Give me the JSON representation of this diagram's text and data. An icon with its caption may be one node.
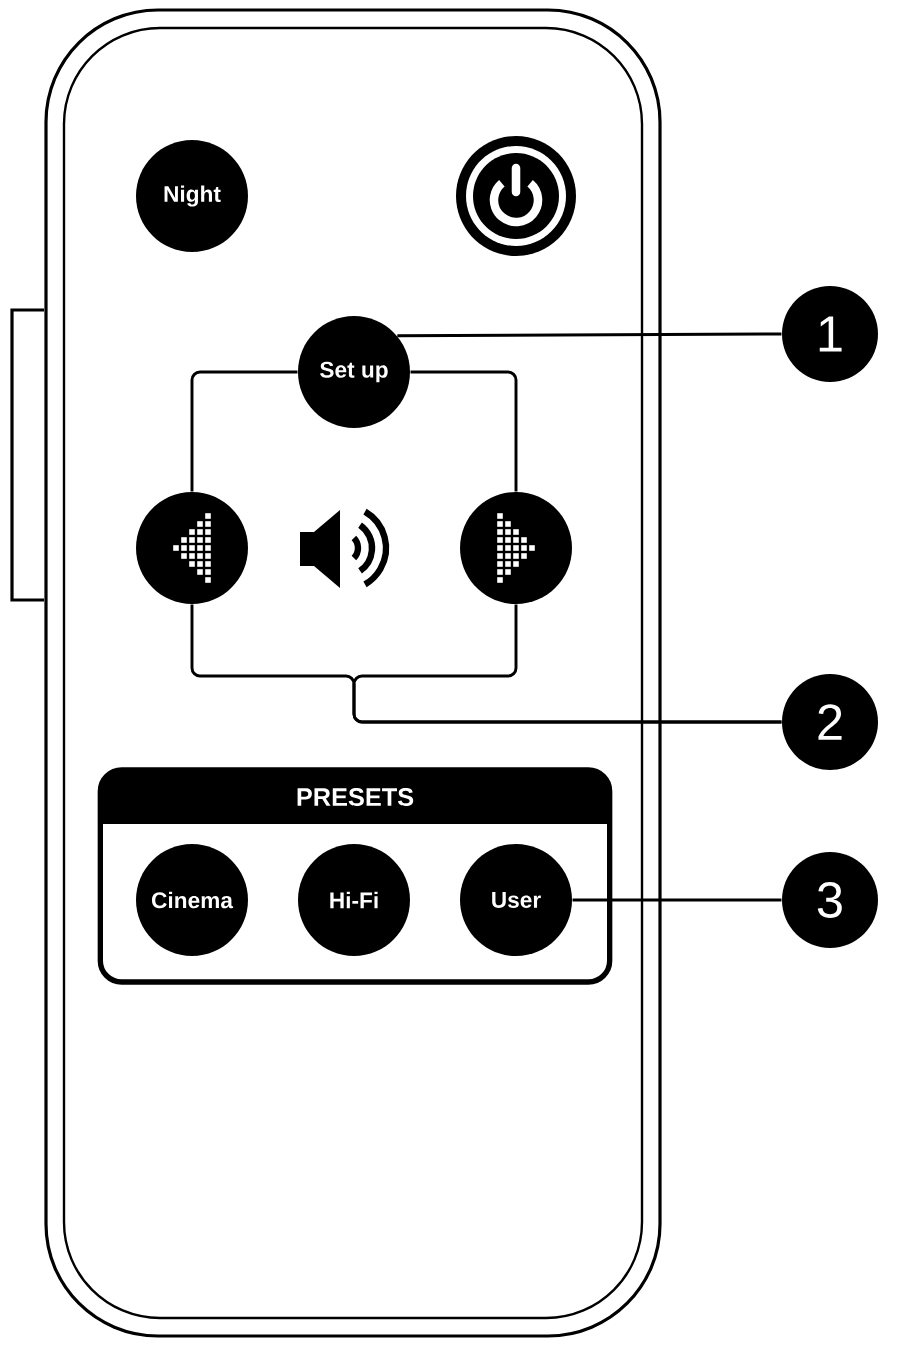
{
  "diagram": {
    "nodes": [
      {
        "text": [
          "Night"
        ]
      },
      {
        "text": [],
        "shape": "circle"
      },
      {
        "text": [
          "Set up"
        ]
      },
      {
        "text": [
          "1"
        ]
      },
      {
        "text": [],
        "shape": "circle"
      },
      {
        "text": [],
        "shape": "circle"
      },
      {
        "text": [
          "2"
        ]
      },
      {
        "text": [
          "PRESETS"
        ]
      },
      {
        "text": [
          "Cinema"
        ],
        "in": 7
      },
      {
        "text": [
          "Hi-Fi"
        ],
        "in": 7
      },
      {
        "text": [
          "User"
        ],
        "in": 7
      },
      {
        "text": [
          "3"
        ]
      }
    ],
    "edges": [
      {
        "from": 3,
        "to": 2,
        "arrow": "none"
      },
      {
        "from": 2,
        "to": 4,
        "arrow": "none"
      },
      {
        "from": 2,
        "to": 5,
        "arrow": "none"
      },
      {
        "from": 6,
        "to": 4,
        "arrow": "none"
      },
      {
        "from": 6,
        "to": 5,
        "arrow": "none"
      },
      {
        "from": 11,
        "to": 10,
        "arrow": "none"
      }
    ]
  }
}
